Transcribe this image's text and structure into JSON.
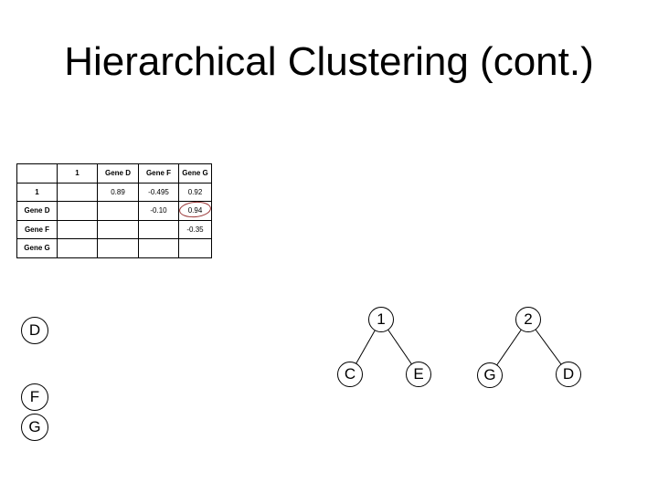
{
  "slide": {
    "title": "Hierarchical Clustering (cont.)"
  },
  "correlation_table": {
    "columns": [
      "",
      "1",
      "Gene D",
      "Gene F",
      "Gene G"
    ],
    "rows": [
      {
        "label": "1",
        "values": [
          "",
          "0.89",
          "-0.495",
          "0.92"
        ]
      },
      {
        "label": "Gene D",
        "values": [
          "",
          "",
          "-0.10",
          "0.94"
        ]
      },
      {
        "label": "Gene F",
        "values": [
          "",
          "",
          "",
          "-0.35"
        ]
      },
      {
        "label": "Gene G",
        "values": [
          "",
          "",
          "",
          ""
        ]
      }
    ],
    "highlighted_value": "0.94",
    "highlight_color": "#993333"
  },
  "loose_nodes": [
    "D",
    "F",
    "G"
  ],
  "clusters": [
    {
      "root": "1",
      "children": [
        "C",
        "E"
      ]
    },
    {
      "root": "2",
      "children": [
        "G",
        "D"
      ]
    }
  ]
}
